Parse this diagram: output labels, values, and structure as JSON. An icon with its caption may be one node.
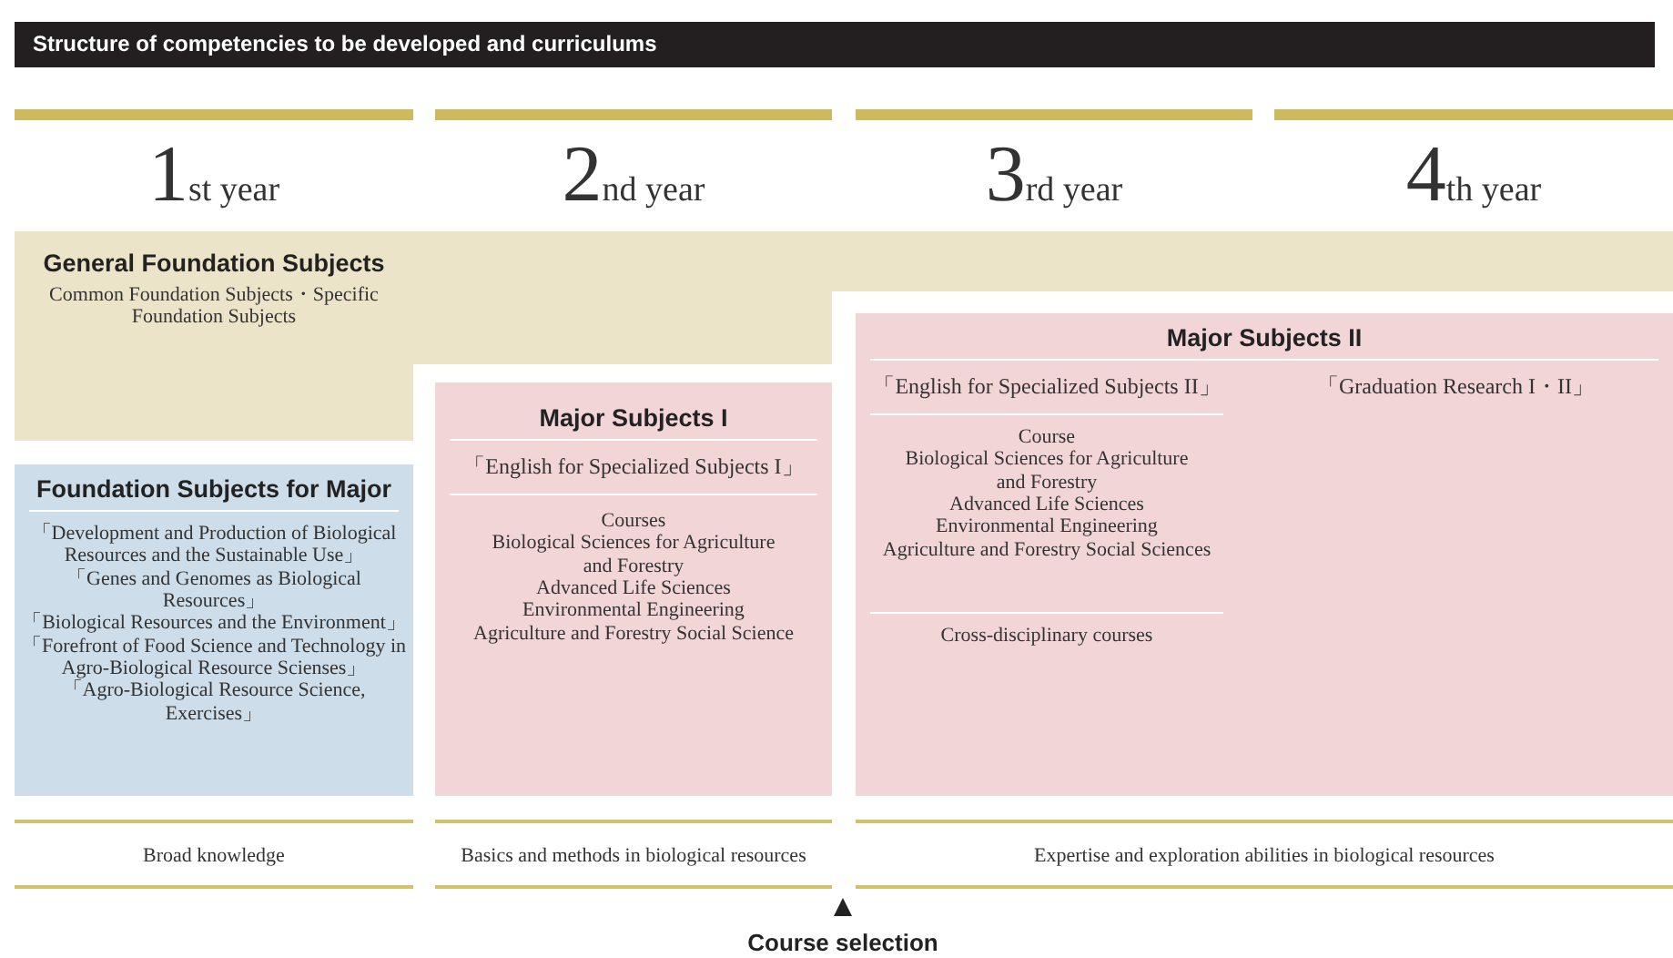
{
  "diagram": {
    "title": "Structure of competencies to be developed and curriculums",
    "nodes": [
      {
        "text": [
          "General Foundation Subjects",
          "Common Foundation Subjects・Specific Foundation Subjects"
        ]
      },
      {
        "text": [
          "Foundation Subjects for Major",
          "「Development and Production of Biological Resources and the Sustainable Use」",
          "「Genes and Genomes as Biological Resources」",
          "「Biological Resources and the Environment」",
          "「Forefront of Food Science and Technology in Agro-Biological Resource Scienses」",
          "「Agro-Biological Resource Science, Exercises」"
        ]
      },
      {
        "text": [
          "Major Subjects I",
          "「English for Specialized Subjects I」",
          "Courses",
          "Biological Sciences for Agriculture and Forestry",
          "Advanced Life Sciences",
          "Environmental Engineering",
          "Agriculture and Forestry Social Science"
        ]
      },
      {
        "text": [
          "Major Subjects II",
          "「English for Specialized Subjects II」",
          "Course",
          "Biological Sciences for Agriculture and Forestry",
          "Advanced Life Sciences",
          "Environmental Engineering",
          "Agriculture and Forestry Social Sciences",
          "Cross-disciplinary courses",
          "「Graduation Research I・II」"
        ]
      }
    ],
    "edges": [],
    "labels": [
      "1st year",
      "2nd year",
      "3rd year",
      "4th year",
      "Broad knowledge",
      "Basics and methods in biological resources",
      "Expertise and exploration abilities in biological resources",
      "Course selection"
    ]
  }
}
